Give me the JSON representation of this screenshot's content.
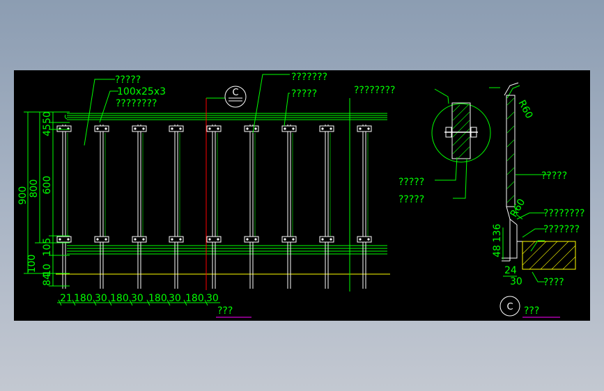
{
  "colors": {
    "background": "#000000",
    "line": "#ffffff",
    "dimension": "#00ff00",
    "yellow": "#ffff00",
    "red": "#ff0000",
    "magenta": "#ff00ff",
    "hatch": "#ffff00",
    "desktop_top": "#8c9db2",
    "desktop_bottom": "#c3c8d1"
  },
  "labels": {
    "callout_1": "?????",
    "callout_size": "100x25x3",
    "callout_3": "????????",
    "callout_top": "???????",
    "callout_4": "?????",
    "callout_right_top": "????????",
    "callout_mid_1": "?????",
    "callout_mid_2": "?????",
    "callout_detail_1": "?????",
    "callout_detail_2": "????????",
    "callout_detail_3": "???????",
    "callout_detail_4": "????",
    "section_marker": "C",
    "view_title": "???",
    "section_title": "???",
    "radius_top": "R60",
    "radius_bottom": "R60"
  },
  "dimensions": {
    "vertical_overall": "900",
    "vertical_middle": "800",
    "vertical_600": "600",
    "vertical_45": "45",
    "vertical_50": "50",
    "vertical_105": "105",
    "vertical_100": "100",
    "vertical_10": "10",
    "vertical_84": "84",
    "horizontal": [
      "21",
      "180",
      "30",
      "180",
      "30",
      "180",
      "30",
      "180",
      "30"
    ],
    "detail_vertical_48": "48",
    "detail_vertical_136": "136",
    "detail_24": "24",
    "detail_30": "30"
  }
}
